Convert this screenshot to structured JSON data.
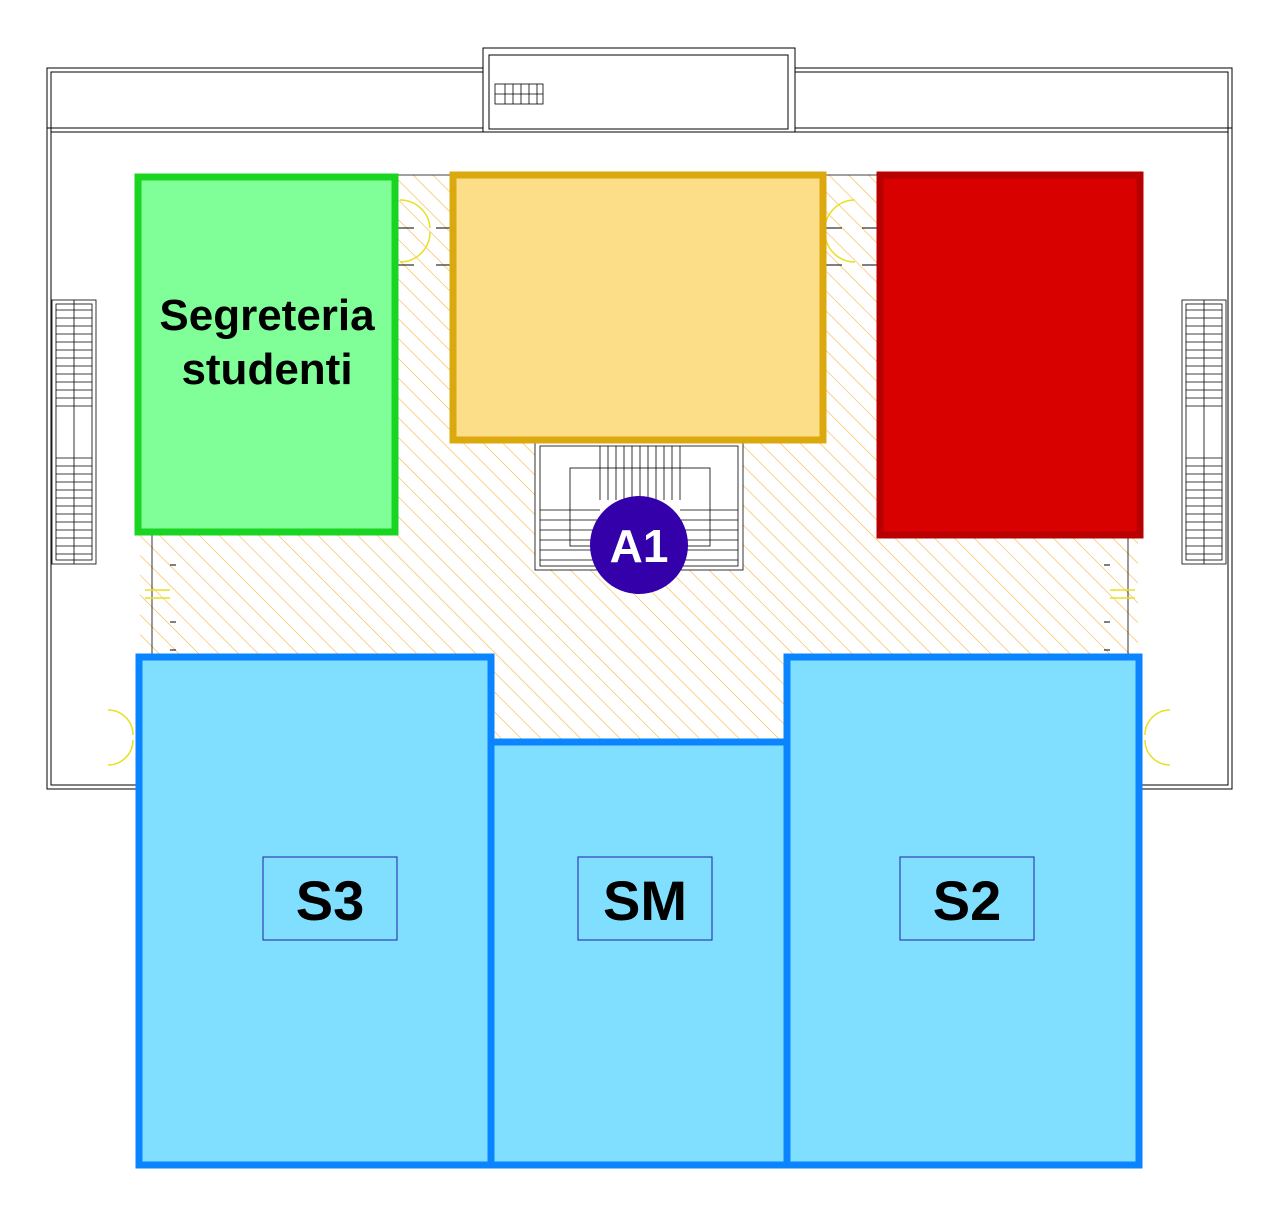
{
  "rooms": {
    "segreteria": {
      "line1": "Segreteria",
      "line2": "studenti"
    },
    "s3": {
      "label": "S3"
    },
    "sm": {
      "label": "SM"
    },
    "s2": {
      "label": "S2"
    }
  },
  "marker": {
    "label": "A1"
  },
  "colors": {
    "green_fill": "#80ff99",
    "green_stroke": "#19d421",
    "yellow_fill": "#fcdd88",
    "yellow_stroke": "#dba80d",
    "red_fill": "#d90000",
    "red_stroke": "#b80000",
    "blue_fill": "#80dfff",
    "blue_stroke": "#0a84ff",
    "marker_fill": "#3300aa",
    "hatch": "#f5b544"
  }
}
